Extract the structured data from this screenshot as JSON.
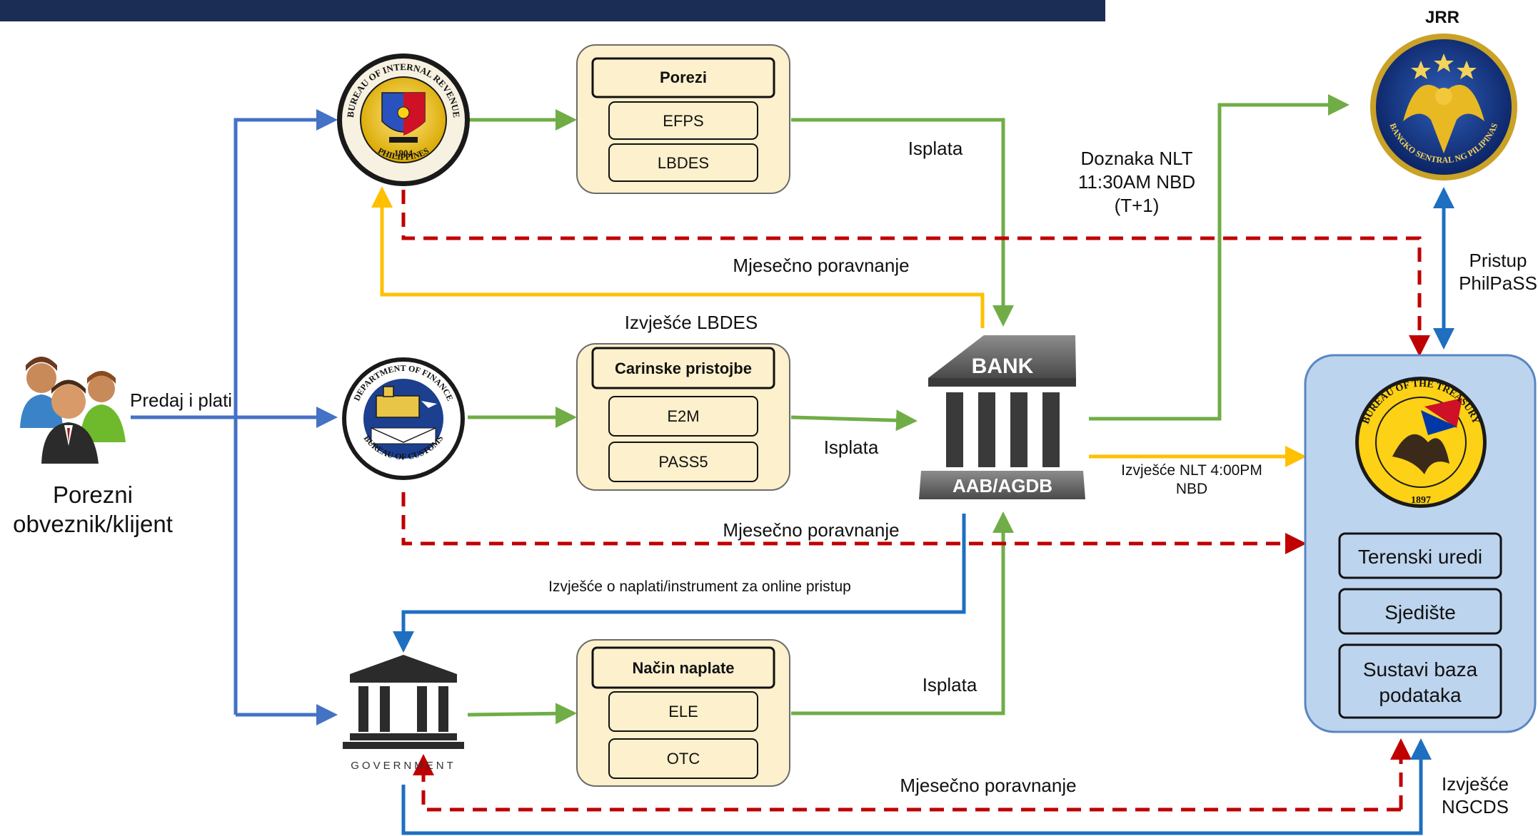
{
  "header_bar_color": "#1b2d55",
  "colors": {
    "blue_arrow": "#4472c4",
    "blue_arrow_dark": "#1f6fc0",
    "green_arrow": "#70ad47",
    "yellow_arrow": "#ffc000",
    "red_dashed": "#c00000",
    "box_fill": "#fdf0cc",
    "treasury_fill": "#bdd4ee"
  },
  "icons": {
    "taxpayer": "people-icon",
    "bir": "bir-seal-icon",
    "customs": "customs-seal-icon",
    "government": "government-building-icon",
    "bank": "bank-building-icon",
    "jrr": "bsp-seal-icon",
    "treasury": "treasury-seal-icon"
  },
  "taxpayer": {
    "line1": "Porezni",
    "line2": "obveznik/klijent"
  },
  "predaj_label": "Predaj i plati",
  "bir_seal": {
    "top": "BUREAU OF INTERNAL REVENUE",
    "bottom": "PHILIPPINES",
    "year": "1904"
  },
  "customs_seal": {
    "top": "DEPARTMENT OF FINANCE",
    "bottom": "BUREAU OF CUSTOMS"
  },
  "government_label": "GOVERNMENT",
  "bsp_seal": {
    "text": "BANGKO SENTRAL NG PILIPINAS"
  },
  "treasury_seal": {
    "top": "BUREAU OF THE TREASURY",
    "year": "1897"
  },
  "box_porezi": {
    "title": "Porezi",
    "items": [
      "EFPS",
      "LBDES"
    ]
  },
  "box_carinske": {
    "title": "Carinske pristojbe",
    "items": [
      "E2M",
      "PASS5"
    ]
  },
  "box_nacin": {
    "title": "Način naplate",
    "items": [
      "ELE",
      "OTC"
    ]
  },
  "bank": {
    "top": "BANK",
    "bottom": "AAB/AGDB"
  },
  "jrr_label": "JRR",
  "labels": {
    "isplata_1": "Isplata",
    "isplata_2": "Isplata",
    "isplata_3": "Isplata",
    "doznaka_1": "Doznaka NLT",
    "doznaka_2": "11:30AM NBD",
    "doznaka_3": "(T+1)",
    "mjesecno_1": "Mjesečno poravnanje",
    "mjesecno_2": "Mjesečno poravnanje",
    "mjesecno_3": "Mjesečno poravnanje",
    "izvjesce_lbdes": "Izvješće LBDES",
    "izvjesce_nlt_1": "Izvješće NLT 4:00PM",
    "izvjesce_nlt_2": "NBD",
    "izvjesce_naplati": "Izvješće o naplati/instrument za online pristup",
    "pristup_1": "Pristup",
    "pristup_2": "PhilPaSS",
    "ngcds_1": "Izvješće",
    "ngcds_2": "NGCDS"
  },
  "treasury_panel": {
    "items": [
      "Terenski uredi",
      "Sjedište"
    ],
    "item3_line1": "Sustavi baza",
    "item3_line2": "podataka"
  }
}
